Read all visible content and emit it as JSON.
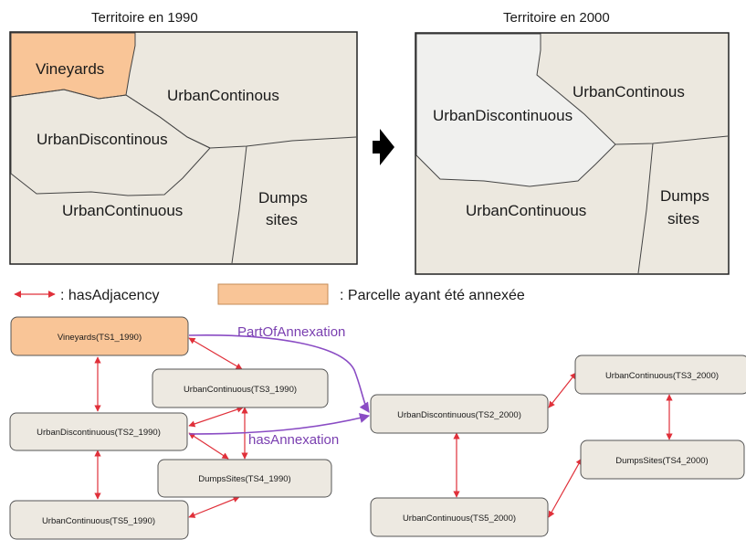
{
  "titles": {
    "left": "Territoire en 1990",
    "right": "Territoire en 2000"
  },
  "map1990": {
    "vineyards": "Vineyards",
    "urban_continous": "UrbanContinous",
    "urban_discontinous": "UrbanDiscontinous",
    "urban_continuous": "UrbanContinuous",
    "dumps_line1": "Dumps",
    "dumps_line2": "sites"
  },
  "map2000": {
    "urban_continous": "UrbanContinous",
    "urban_discontinuous": "UrbanDiscontinuous",
    "urban_continuous": "UrbanContinuous",
    "dumps_line1": "Dumps",
    "dumps_line2": "sites"
  },
  "legend": {
    "adjacency": ": hasAdjacency",
    "annexed": ": Parcelle ayant été annexée"
  },
  "graph": {
    "nodes": {
      "ts1_1990": "Vineyards(TS1_1990)",
      "ts3_1990": "UrbanContinuous(TS3_1990)",
      "ts2_1990": "UrbanDiscontinuous(TS2_1990)",
      "ts4_1990": "DumpsSites(TS4_1990)",
      "ts5_1990": "UrbanContinuous(TS5_1990)",
      "ts2_2000": "UrbanDiscontinuous(TS2_2000)",
      "ts3_2000": "UrbanContinuous(TS3_2000)",
      "ts4_2000": "DumpsSites(TS4_2000)",
      "ts5_2000": "UrbanContinuous(TS5_2000)"
    },
    "edge_labels": {
      "part_of_annexation": "PartOfAnnexation",
      "has_annexation": "hasAnnexation"
    }
  },
  "colors": {
    "parcel_fill": "#ece8df",
    "annexed_fill": "#f9c597",
    "annexed_region_2000": "#f0f0ee",
    "node_fill": "#ede9e1",
    "adjacency_arrow": "#e0303a",
    "annexation_arrow": "#8a4cc4",
    "transition_arrow": "#000000"
  }
}
